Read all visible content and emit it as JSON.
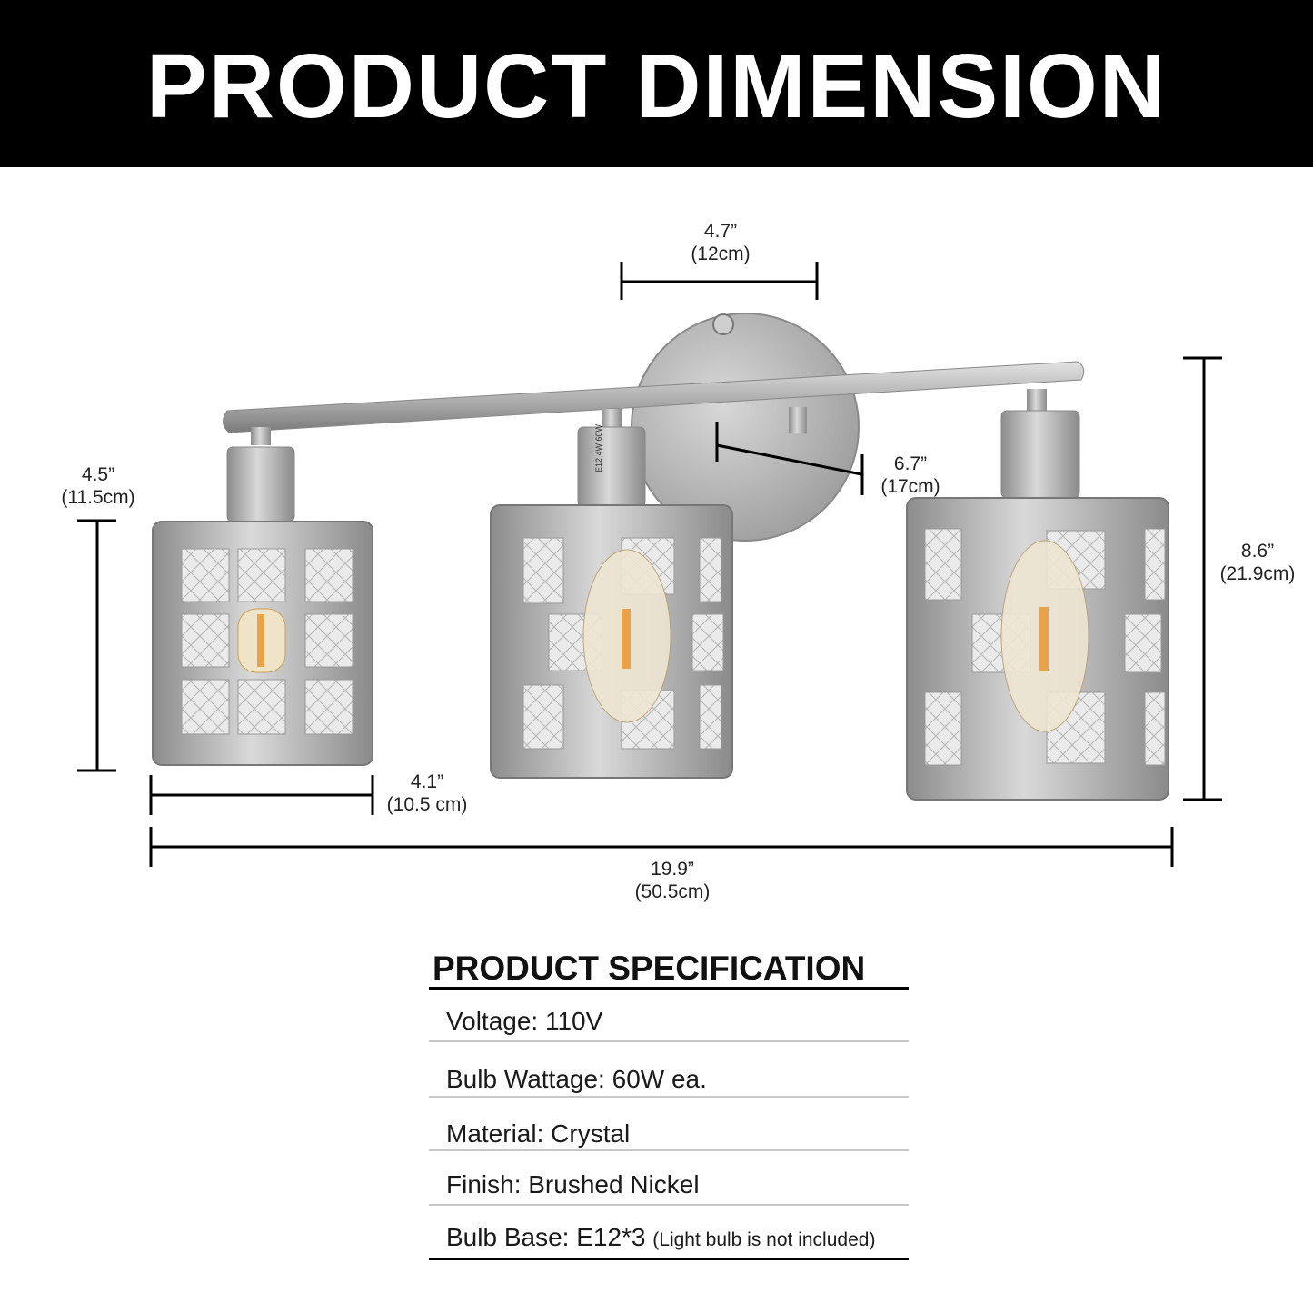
{
  "header": {
    "title": "PRODUCT DIMENSION"
  },
  "dimensions": {
    "backplate_width": {
      "inch": "4.7”",
      "cm": "(12cm)"
    },
    "extension": {
      "inch": "6.7”",
      "cm": "(17cm)"
    },
    "shade_height": {
      "inch": "4.5”",
      "cm": "(11.5cm)"
    },
    "overall_height": {
      "inch": "8.6”",
      "cm": "(21.9cm)"
    },
    "shade_width": {
      "inch": "4.1”",
      "cm": "(10.5 cm)"
    },
    "overall_width": {
      "inch": "19.9”",
      "cm": "(50.5cm)"
    }
  },
  "bulb_marking": "E12 4W 60W",
  "specification": {
    "title": "PRODUCT SPECIFICATION",
    "rows": [
      {
        "text": "Voltage: 110V",
        "note": ""
      },
      {
        "text": "Bulb Wattage: 60W ea.",
        "note": ""
      },
      {
        "text": "Material: Crystal",
        "note": ""
      },
      {
        "text": "Finish: Brushed Nickel",
        "note": ""
      },
      {
        "text": "Bulb Base: E12*3",
        "note": "(Light bulb is not included)"
      }
    ]
  },
  "colors": {
    "metal": "#a9a9a9",
    "metal_dark": "#7d7d7d",
    "crystal": "#e6e6e6",
    "bulb": "#e8a34a"
  }
}
